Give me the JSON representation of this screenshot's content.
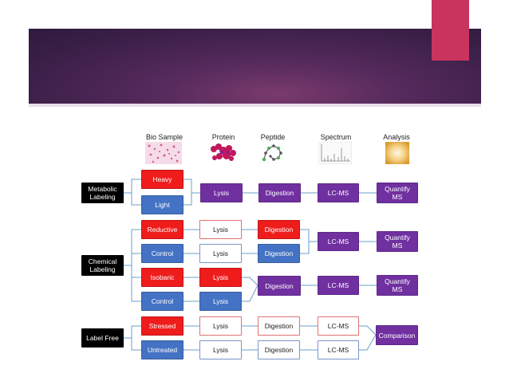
{
  "columns": [
    "Bio Sample",
    "Protein",
    "Peptide",
    "Spectrum",
    "Analysis"
  ],
  "groups": {
    "metabolic": "Metabolic Labeling",
    "chemical": "Chemical Labeling",
    "labelfree": "Label Free"
  },
  "samples": [
    "Heavy",
    "Light",
    "Reductive",
    "Control",
    "Isobaric",
    "Control",
    "Stressed",
    "Untreated"
  ],
  "steps": {
    "lysis": "Lysis",
    "digestion": "Digestion",
    "lcms": "LC-MS",
    "quantify": "Quantify MS",
    "comparison": "Comparison"
  },
  "colors": {
    "red": "#ef1c1c",
    "blue": "#4472c4",
    "purple": "#7030a0",
    "black": "#000000",
    "banner": "#552a5c",
    "accent": "#c8345e"
  }
}
